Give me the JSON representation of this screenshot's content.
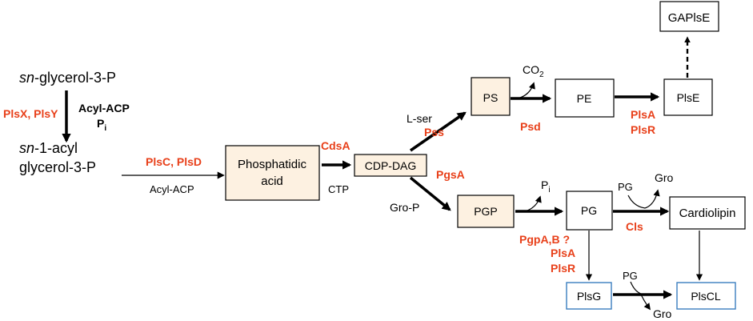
{
  "colors": {
    "enzyme": "#e8401a",
    "box_beige": "#fdf1e1",
    "box_blue_border": "#3a7ebf",
    "line": "#000000"
  },
  "metabolites": {
    "g3p_italic": "sn",
    "g3p_rest": "-glycerol-3-P",
    "acyl_line1_italic": "sn",
    "acyl_line1_rest": "-1-acyl",
    "acyl_line2": "glycerol-3-P",
    "acyl_acp_left": "Acyl-ACP",
    "pi_left_main": "P",
    "pi_left_sub": "i",
    "acyl_acp_mid": "Acyl-ACP",
    "ctp": "CTP",
    "lser": "L-ser",
    "co2_main": "CO",
    "co2_sub": "2",
    "grop": "Gro-P",
    "pi_right_main": "P",
    "pi_right_sub": "i",
    "pg_small_top": "PG",
    "gro_top": "Gro",
    "pg_small_bottom": "PG",
    "gro_bottom": "Gro"
  },
  "boxes": {
    "phosphatidic_line1": "Phosphatidic",
    "phosphatidic_line2": "acid",
    "cdpdag": "CDP-DAG",
    "ps": "PS",
    "pe": "PE",
    "plse": "PlsE",
    "gaplse": "GAPlsE",
    "pgp": "PGP",
    "pg": "PG",
    "cardiolipin": "Cardiolipin",
    "plsg": "PlsG",
    "plscl": "PlsCL"
  },
  "enzymes": {
    "plsx_plsy": "PlsX, PlsY",
    "plsc_plsd": "PlsC, PlsD",
    "cdsa": "CdsA",
    "pss": "Pss",
    "psd": "Psd",
    "plsa_top": "PlsA",
    "plsr_top": "PlsR",
    "pgsa": "PgsA",
    "pgpab": "PgpA,B ?",
    "cls": "Cls",
    "plsa_bottom": "PlsA",
    "plsr_bottom": "PlsR"
  }
}
